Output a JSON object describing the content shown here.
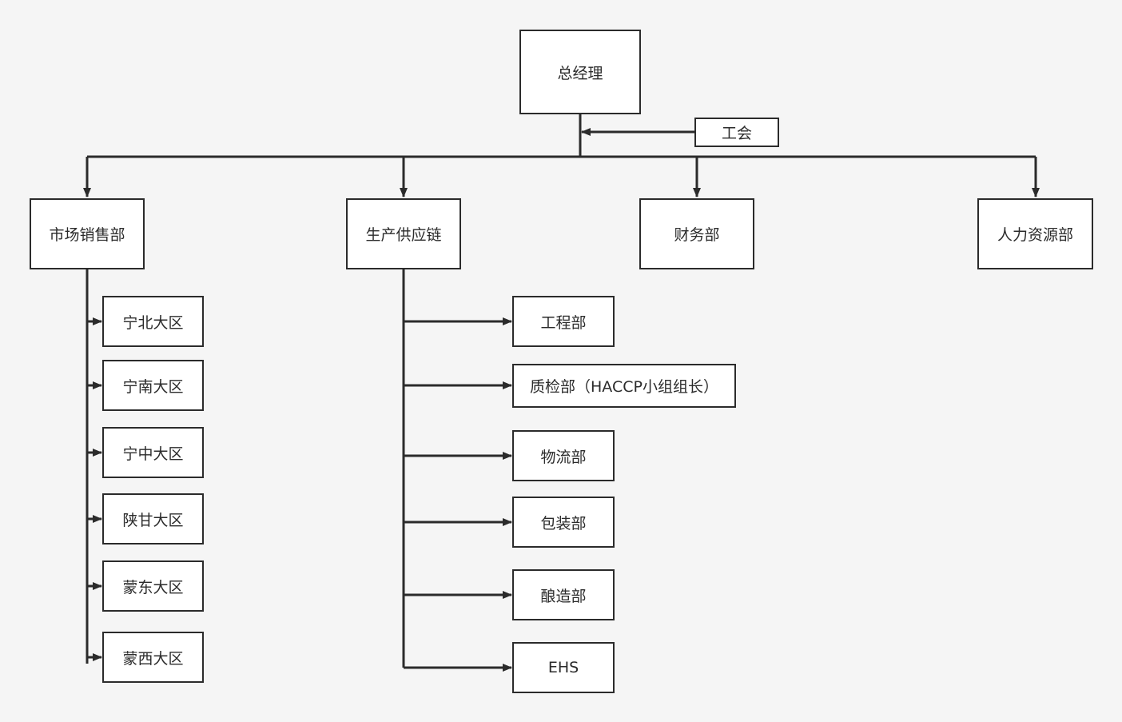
{
  "colors": {
    "background": "#f5f5f5",
    "box_fill": "#ffffff",
    "stroke": "#2b2b2b"
  },
  "org": {
    "root": "总经理",
    "union": "工会",
    "departments": {
      "sales": "市场销售部",
      "supply_chain": "生产供应链",
      "finance": "财务部",
      "hr": "人力资源部"
    },
    "sales_regions": [
      "宁北大区",
      "宁南大区",
      "宁中大区",
      "陕甘大区",
      "蒙东大区",
      "蒙西大区"
    ],
    "supply_chain_units": [
      "工程部",
      "质检部（HACCP小组组长）",
      "物流部",
      "包装部",
      "酿造部",
      "EHS"
    ]
  }
}
